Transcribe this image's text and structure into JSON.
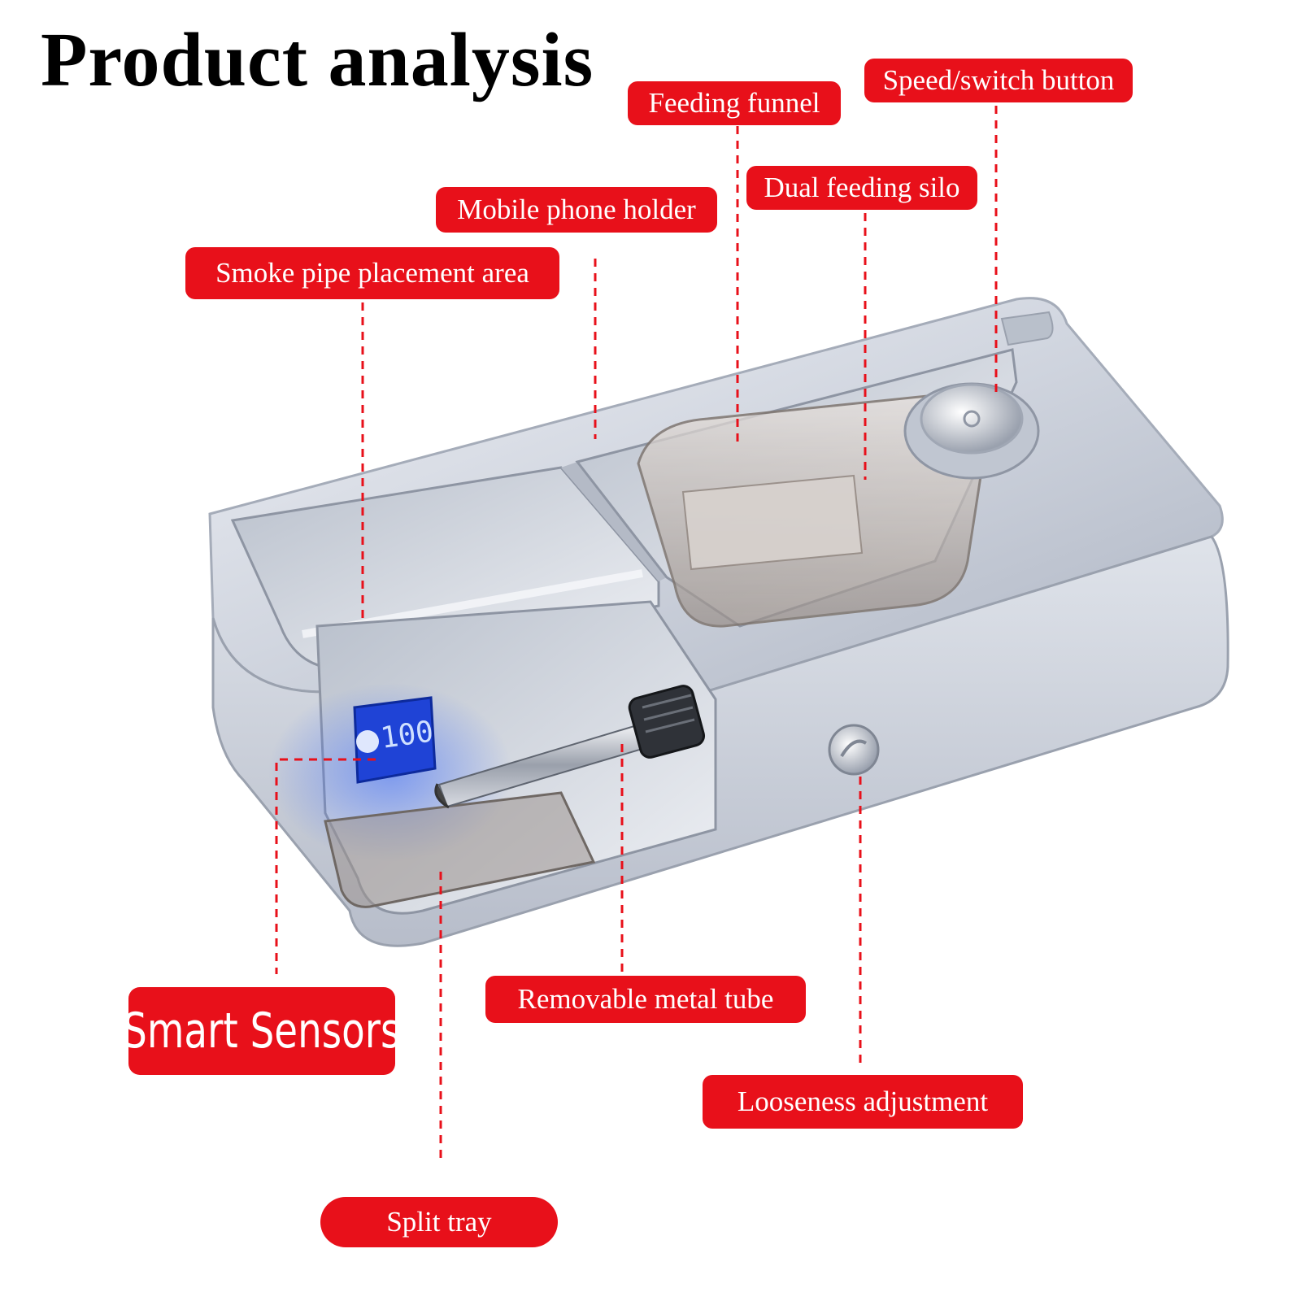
{
  "title": "Product analysis",
  "labels": {
    "feeding_funnel": "Feeding funnel",
    "speed_switch_button": "Speed/switch button",
    "dual_feeding_silo": "Dual feeding silo",
    "mobile_phone_holder": "Mobile phone holder",
    "smoke_pipe_placement_area": "Smoke pipe placement area",
    "smart_sensors": "Smart Sensors",
    "removable_metal_tube": "Removable metal tube",
    "looseness_adjustment": "Looseness adjustment",
    "split_tray": "Split tray"
  },
  "display_reading": "100",
  "colors": {
    "label_red": "#e8101a",
    "body_silver": "#c9ced8",
    "display_blue": "#1f43d6"
  }
}
